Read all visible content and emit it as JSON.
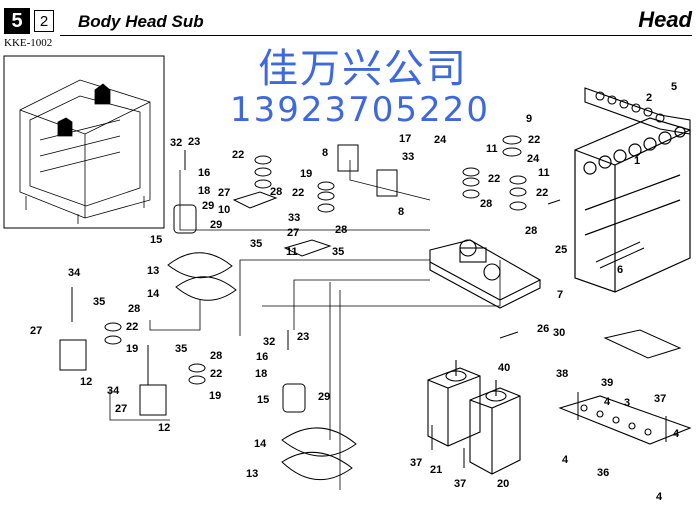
{
  "header": {
    "section_number": "5",
    "sub_number": "2",
    "title": "Body Head Sub",
    "category": "Head",
    "code": "KKE-1002"
  },
  "watermark": {
    "company": "佳万兴公司",
    "phone": "13923705220",
    "color": "#1d4ed8"
  },
  "labels": [
    {
      "id": "l1",
      "text": "1"
    },
    {
      "id": "l2",
      "text": "2"
    },
    {
      "id": "l3",
      "text": "3"
    },
    {
      "id": "l4a",
      "text": "4"
    },
    {
      "id": "l4b",
      "text": "4"
    },
    {
      "id": "l4c",
      "text": "4"
    },
    {
      "id": "l4d",
      "text": "4"
    },
    {
      "id": "l5",
      "text": "5"
    },
    {
      "id": "l6",
      "text": "6"
    },
    {
      "id": "l7",
      "text": "7"
    },
    {
      "id": "l8a",
      "text": "8"
    },
    {
      "id": "l8b",
      "text": "8"
    },
    {
      "id": "l9",
      "text": "9"
    },
    {
      "id": "l10",
      "text": "10"
    },
    {
      "id": "l11a",
      "text": "11"
    },
    {
      "id": "l11b",
      "text": "11"
    },
    {
      "id": "l11c",
      "text": "11"
    },
    {
      "id": "l12a",
      "text": "12"
    },
    {
      "id": "l12b",
      "text": "12"
    },
    {
      "id": "l13a",
      "text": "13"
    },
    {
      "id": "l13b",
      "text": "13"
    },
    {
      "id": "l14a",
      "text": "14"
    },
    {
      "id": "l14b",
      "text": "14"
    },
    {
      "id": "l15a",
      "text": "15"
    },
    {
      "id": "l15b",
      "text": "15"
    },
    {
      "id": "l16a",
      "text": "16"
    },
    {
      "id": "l16b",
      "text": "16"
    },
    {
      "id": "l17",
      "text": "17"
    },
    {
      "id": "l18a",
      "text": "18"
    },
    {
      "id": "l18b",
      "text": "18"
    },
    {
      "id": "l19a",
      "text": "19"
    },
    {
      "id": "l19b",
      "text": "19"
    },
    {
      "id": "l19c",
      "text": "19"
    },
    {
      "id": "l20",
      "text": "20"
    },
    {
      "id": "l21",
      "text": "21"
    },
    {
      "id": "l22a",
      "text": "22"
    },
    {
      "id": "l22b",
      "text": "22"
    },
    {
      "id": "l22c",
      "text": "22"
    },
    {
      "id": "l22d",
      "text": "22"
    },
    {
      "id": "l22e",
      "text": "22"
    },
    {
      "id": "l22f",
      "text": "22"
    },
    {
      "id": "l22g",
      "text": "22"
    },
    {
      "id": "l23a",
      "text": "23"
    },
    {
      "id": "l23b",
      "text": "23"
    },
    {
      "id": "l24",
      "text": "24"
    },
    {
      "id": "l24b",
      "text": "24"
    },
    {
      "id": "l25",
      "text": "25"
    },
    {
      "id": "l26",
      "text": "26"
    },
    {
      "id": "l27a",
      "text": "27"
    },
    {
      "id": "l27b",
      "text": "27"
    },
    {
      "id": "l27c",
      "text": "27"
    },
    {
      "id": "l27d",
      "text": "27"
    },
    {
      "id": "l28a",
      "text": "28"
    },
    {
      "id": "l28b",
      "text": "28"
    },
    {
      "id": "l28c",
      "text": "28"
    },
    {
      "id": "l28d",
      "text": "28"
    },
    {
      "id": "l28e",
      "text": "28"
    },
    {
      "id": "l28f",
      "text": "28"
    },
    {
      "id": "l29a",
      "text": "29"
    },
    {
      "id": "l29b",
      "text": "29"
    },
    {
      "id": "l29c",
      "text": "29"
    },
    {
      "id": "l30",
      "text": "30"
    },
    {
      "id": "l32a",
      "text": "32"
    },
    {
      "id": "l32b",
      "text": "32"
    },
    {
      "id": "l33a",
      "text": "33"
    },
    {
      "id": "l33b",
      "text": "33"
    },
    {
      "id": "l34a",
      "text": "34"
    },
    {
      "id": "l34b",
      "text": "34"
    },
    {
      "id": "l35a",
      "text": "35"
    },
    {
      "id": "l35b",
      "text": "35"
    },
    {
      "id": "l35c",
      "text": "35"
    },
    {
      "id": "l35d",
      "text": "35"
    },
    {
      "id": "l36",
      "text": "36"
    },
    {
      "id": "l37a",
      "text": "37"
    },
    {
      "id": "l37b",
      "text": "37"
    },
    {
      "id": "l37c",
      "text": "37"
    },
    {
      "id": "l38",
      "text": "38"
    },
    {
      "id": "l39",
      "text": "39"
    },
    {
      "id": "l40",
      "text": "40"
    }
  ]
}
